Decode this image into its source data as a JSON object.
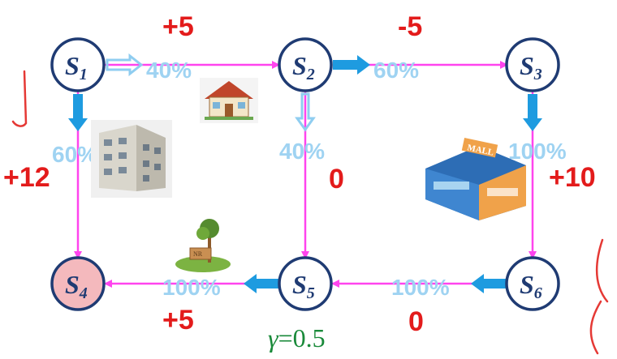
{
  "states": [
    {
      "id": "s1",
      "label": "S",
      "sub": "1"
    },
    {
      "id": "s2",
      "label": "S",
      "sub": "2"
    },
    {
      "id": "s3",
      "label": "S",
      "sub": "3"
    },
    {
      "id": "s4",
      "label": "S",
      "sub": "4",
      "terminal": true
    },
    {
      "id": "s5",
      "label": "S",
      "sub": "5"
    },
    {
      "id": "s6",
      "label": "S",
      "sub": "6"
    }
  ],
  "transitions": [
    {
      "from": "s1",
      "to": "s2",
      "prob": "40%",
      "reward": "+5"
    },
    {
      "from": "s1",
      "to": "s4",
      "prob": "60%",
      "reward": "+12"
    },
    {
      "from": "s2",
      "to": "s3",
      "prob": "60%",
      "reward": "-5"
    },
    {
      "from": "s2",
      "to": "s5",
      "prob": "40%",
      "reward": "0"
    },
    {
      "from": "s3",
      "to": "s6",
      "prob": "100%",
      "reward": "+10"
    },
    {
      "from": "s6",
      "to": "s5",
      "prob": "100%",
      "reward": "0"
    },
    {
      "from": "s5",
      "to": "s4",
      "prob": "100%",
      "reward": "+5"
    }
  ],
  "gamma": {
    "symbol": "γ",
    "text": "=0.5"
  },
  "sign": {
    "park": "NR"
  },
  "colors": {
    "edge": "#ff44ee",
    "node_stroke": "#1f3b73",
    "node_fill": "#ffffff",
    "terminal_fill": "#f4b9bd",
    "reward": "#e31b1b",
    "prob_light": "#8fcdf0",
    "prob_dark": "#1e9be0",
    "gamma": "#1a8a3a"
  },
  "icons": [
    "house-icon",
    "apartment-icon",
    "mall-icon",
    "park-icon"
  ]
}
